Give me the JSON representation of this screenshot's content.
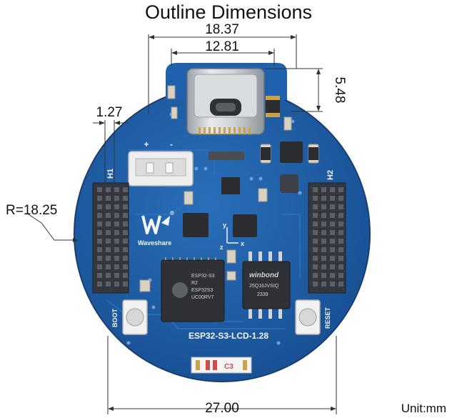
{
  "title": "Outline Dimensions",
  "unit_label": "Unit:mm",
  "dimensions": {
    "board_top_width": "18.37",
    "usb_width": "12.81",
    "usb_height": "5.48",
    "header_pitch": "1.27",
    "radius": "R=18.25",
    "board_width": "27.00"
  },
  "board_labels": {
    "header_left": "H1",
    "header_right": "H2",
    "boot": "BOOT",
    "reset": "RESET",
    "model": "ESP32-S3-LCD-1.28",
    "brand": "Waveshare",
    "registered": "®",
    "plus": "+",
    "minus": "-",
    "cap_label": "C3",
    "axis_x": "x",
    "axis_y": "y",
    "axis_z": "z"
  },
  "chips": {
    "esp_name": "ESP32-S3",
    "esp_lines": [
      "ESP32-S3",
      "R2",
      "ESP32S3",
      "UC00RV7"
    ],
    "flash_brand": "winbond",
    "flash_lines": [
      "25Q16JVSIQ",
      "2339"
    ]
  },
  "colors": {
    "pcb": "#1f5fa8",
    "pcb_dark": "#154b8c",
    "header": "#3a3d44",
    "gold": "#c9a24a"
  }
}
